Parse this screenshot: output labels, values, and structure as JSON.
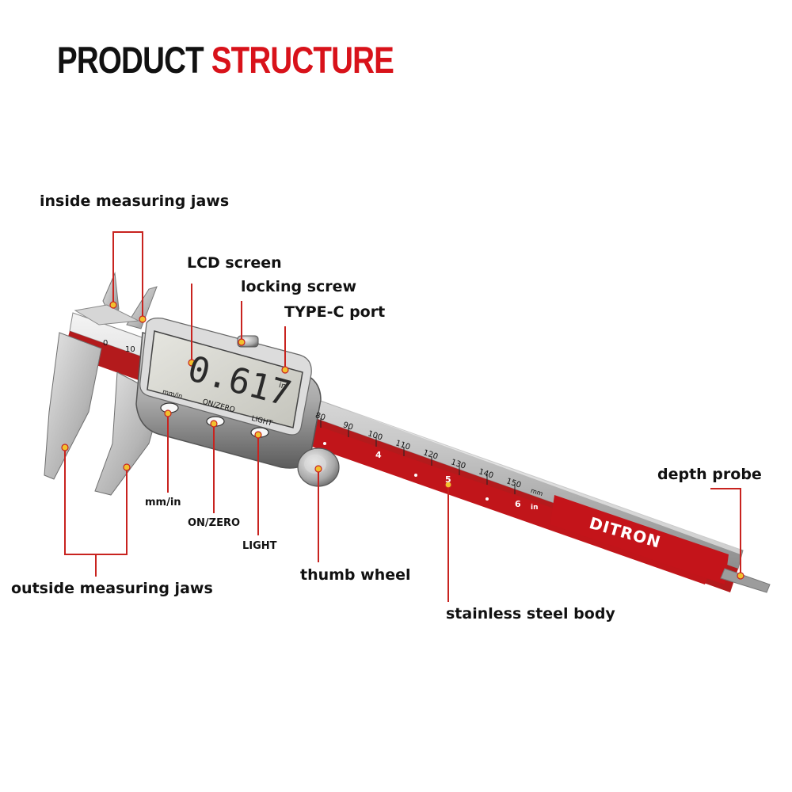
{
  "title": {
    "word1": "PRODUCT",
    "word2": "STRUCTURE"
  },
  "labels": {
    "inside_jaws": "inside measuring jaws",
    "lcd": "LCD screen",
    "locking_screw": "locking screw",
    "typec": "TYPE-C port",
    "depth_probe": "depth probe",
    "mm_in": "mm/in",
    "on_zero": "ON/ZERO",
    "light": "LIGHT",
    "thumb_wheel": "thumb wheel",
    "outside_jaws": "outside measuring jaws",
    "body": "stainless steel body"
  },
  "device": {
    "reading": "0.617",
    "reading_unit": "in",
    "brand": "DITRON",
    "button_mm_in": "mm/in",
    "button_on_zero": "ON/ZERO",
    "button_light": "LIGHT",
    "scale_mm": [
      "80",
      "90",
      "100",
      "110",
      "120",
      "130",
      "140",
      "150"
    ],
    "scale_unit_mm": "mm",
    "scale_left": [
      "0",
      "10"
    ],
    "scale_in": [
      "4",
      "5",
      "6"
    ],
    "scale_unit_in": "in"
  },
  "colors": {
    "accent": "#d8121a",
    "leader": "#c8231f",
    "text": "#111111"
  }
}
